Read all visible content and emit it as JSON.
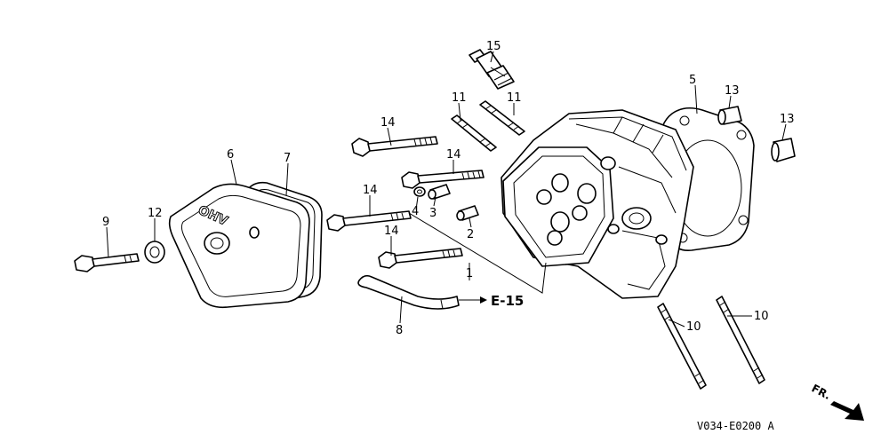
{
  "callouts": [
    {
      "id": "c15",
      "label": "15"
    },
    {
      "id": "c11a",
      "label": "11"
    },
    {
      "id": "c11b",
      "label": "11"
    },
    {
      "id": "c5",
      "label": "5"
    },
    {
      "id": "c13a",
      "label": "13"
    },
    {
      "id": "c13b",
      "label": "13"
    },
    {
      "id": "c14a",
      "label": "14"
    },
    {
      "id": "c14b",
      "label": "14"
    },
    {
      "id": "c14c",
      "label": "14"
    },
    {
      "id": "c14d",
      "label": "14"
    },
    {
      "id": "c6",
      "label": "6"
    },
    {
      "id": "c7",
      "label": "7"
    },
    {
      "id": "c4",
      "label": "4"
    },
    {
      "id": "c3",
      "label": "3"
    },
    {
      "id": "c2",
      "label": "2"
    },
    {
      "id": "c1",
      "label": "1"
    },
    {
      "id": "c9",
      "label": "9"
    },
    {
      "id": "c12",
      "label": "12"
    },
    {
      "id": "c8",
      "label": "8"
    },
    {
      "id": "c10a",
      "label": "10"
    },
    {
      "id": "c10b",
      "label": "10"
    }
  ],
  "section_ref": "E-15",
  "emboss": "OHV",
  "direction": "FR.",
  "drawing_code": "V034-E0200 A"
}
